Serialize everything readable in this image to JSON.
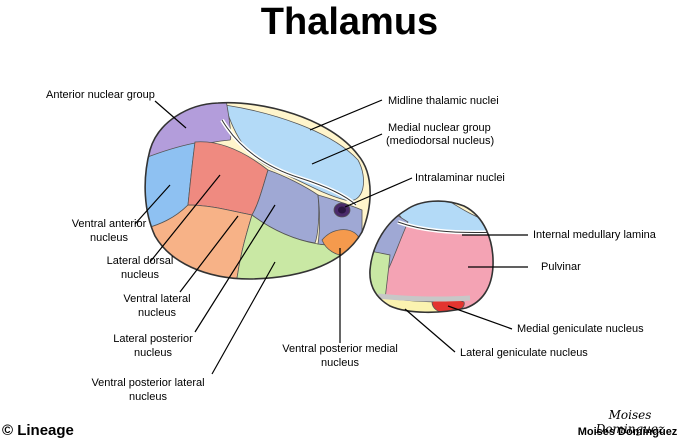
{
  "title": "Thalamus",
  "labels": {
    "anterior_nuclear_group": "Anterior nuclear group",
    "midline_thalamic_nuclei": "Midline thalamic nuclei",
    "medial_nuclear_group_1": "Medial nuclear group",
    "medial_nuclear_group_2": "(mediodorsal nucleus)",
    "intralaminar_nuclei": "Intralaminar nuclei",
    "ventral_anterior_1": "Ventral anterior",
    "ventral_anterior_2": "nucleus",
    "internal_medullary_lamina": "Internal medullary lamina",
    "lateral_dorsal_1": "Lateral dorsal",
    "lateral_dorsal_2": "nucleus",
    "pulvinar": "Pulvinar",
    "ventral_lateral_1": "Ventral lateral",
    "ventral_lateral_2": "nucleus",
    "medial_geniculate": "Medial geniculate nucleus",
    "lateral_posterior_1": "Lateral posterior",
    "lateral_posterior_2": "nucleus",
    "lateral_geniculate": "Lateral geniculate nucleus",
    "ventral_posterior_medial_1": "Ventral posterior medial",
    "ventral_posterior_medial_2": "nucleus",
    "ventral_posterior_lateral_1": "Ventral posterior lateral",
    "ventral_posterior_lateral_2": "nucleus"
  },
  "footer": {
    "copyright": "© Lineage",
    "signature": "Moises Dominguez",
    "author": "Moises Dominguez"
  },
  "colors": {
    "anterior": "#b39ddb",
    "midline": "#fff5cc",
    "medial": "#b3daf7",
    "ventral_anterior": "#8ec1f2",
    "lateral_dorsal": "#ef8a80",
    "lateral_posterior": "#9fa8d4",
    "ventral_lateral": "#f7b287",
    "ventral_posterior_lateral": "#c9e8a4",
    "ventral_posterior_medial": "#f59a4d",
    "intralaminar": "#4a2a6a",
    "pulvinar": "#f4a3b4",
    "medial_geniculate": "#e3342f",
    "lateral_geniculate": "#fbf3b0",
    "lamina": "#c7c7c7"
  }
}
